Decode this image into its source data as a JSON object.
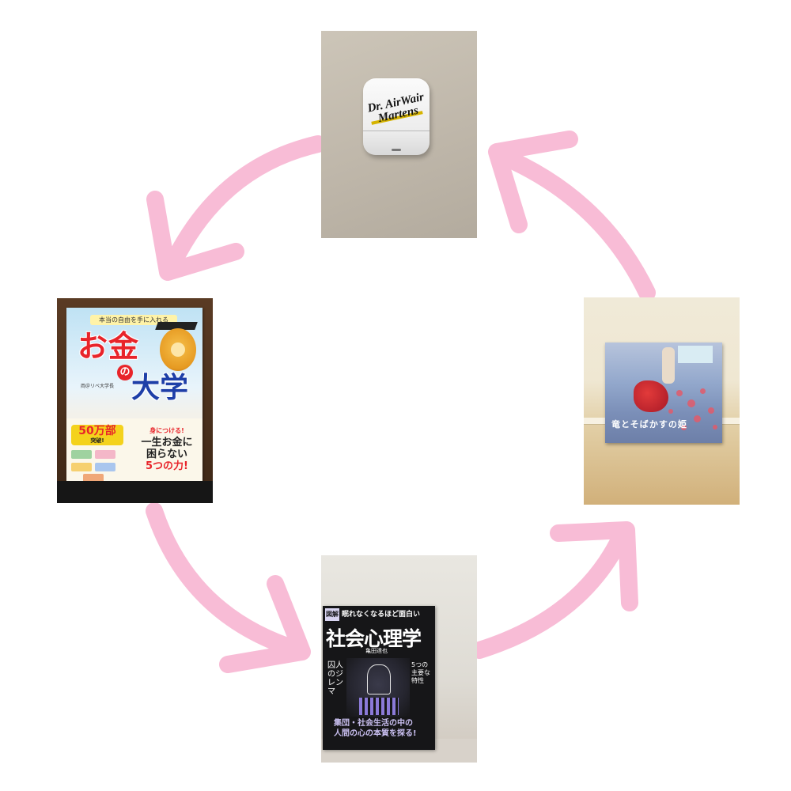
{
  "colors": {
    "arrow": "#f8bcd6",
    "background": "#ffffff"
  },
  "photos": {
    "top": {
      "subject": "earbud-case",
      "brand_text": "Dr. AirWair Martens"
    },
    "left": {
      "subject": "book",
      "tagline": "本当の自由を手に入れる",
      "title_main": "お金",
      "title_particle": "の",
      "title_sub": "大学",
      "author": "両＠リベ大学長",
      "badge_number": "50万部",
      "badge_label": "突破!",
      "pitch_small": "身につける!",
      "pitch_line1": "一生お金に",
      "pitch_line2": "困らない",
      "pitch_line3": "5つの力!"
    },
    "right": {
      "subject": "cd",
      "title": "竜とそばかすの姫"
    },
    "bottom": {
      "subject": "book",
      "label": "図解",
      "subtitle": "眠れなくなるほど面白い",
      "title": "社会心理学",
      "editor": "亀田達也",
      "left_side": "囚人のジレンマ",
      "right_side": "5つの主要な特性",
      "tagline_line1": "集団・社会生活の中の",
      "tagline_line2": "人間の心の本質を探る!"
    }
  }
}
